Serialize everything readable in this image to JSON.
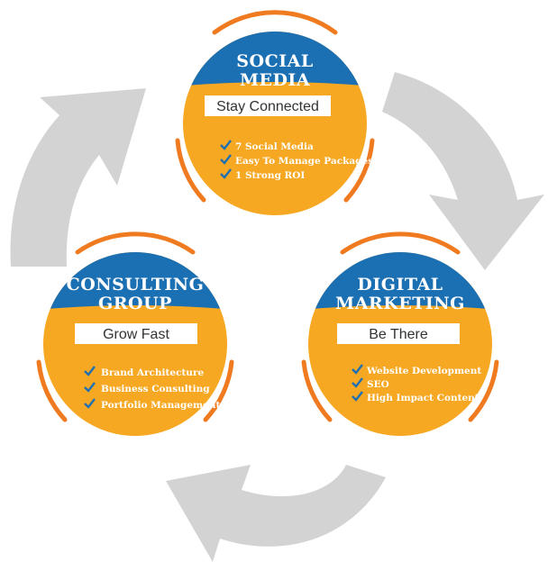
{
  "colors": {
    "orange": "#f7a823",
    "orange_dark": "#f07a1f",
    "blue": "#1b6fb3",
    "arrow_gray": "#d3d3d3",
    "check": "#1b6fb3"
  },
  "icons": {
    "bullet": "check-icon"
  },
  "nodes": [
    {
      "title_line1": "SOCIAL",
      "title_line2": "MEDIA",
      "tagline": "Stay Connected",
      "items": [
        "7 Social Media",
        "Easy To Manage Packages",
        "1 Strong ROI"
      ]
    },
    {
      "title_line1": "CONSULTING",
      "title_line2": "GROUP",
      "tagline": "Grow Fast",
      "items": [
        "Brand Architecture",
        "Business Consulting",
        "Portfolio Management"
      ]
    },
    {
      "title_line1": "DIGITAL",
      "title_line2": "MARKETING",
      "tagline": "Be There",
      "items": [
        "Website Development",
        "SEO",
        "High Impact Content"
      ]
    }
  ]
}
